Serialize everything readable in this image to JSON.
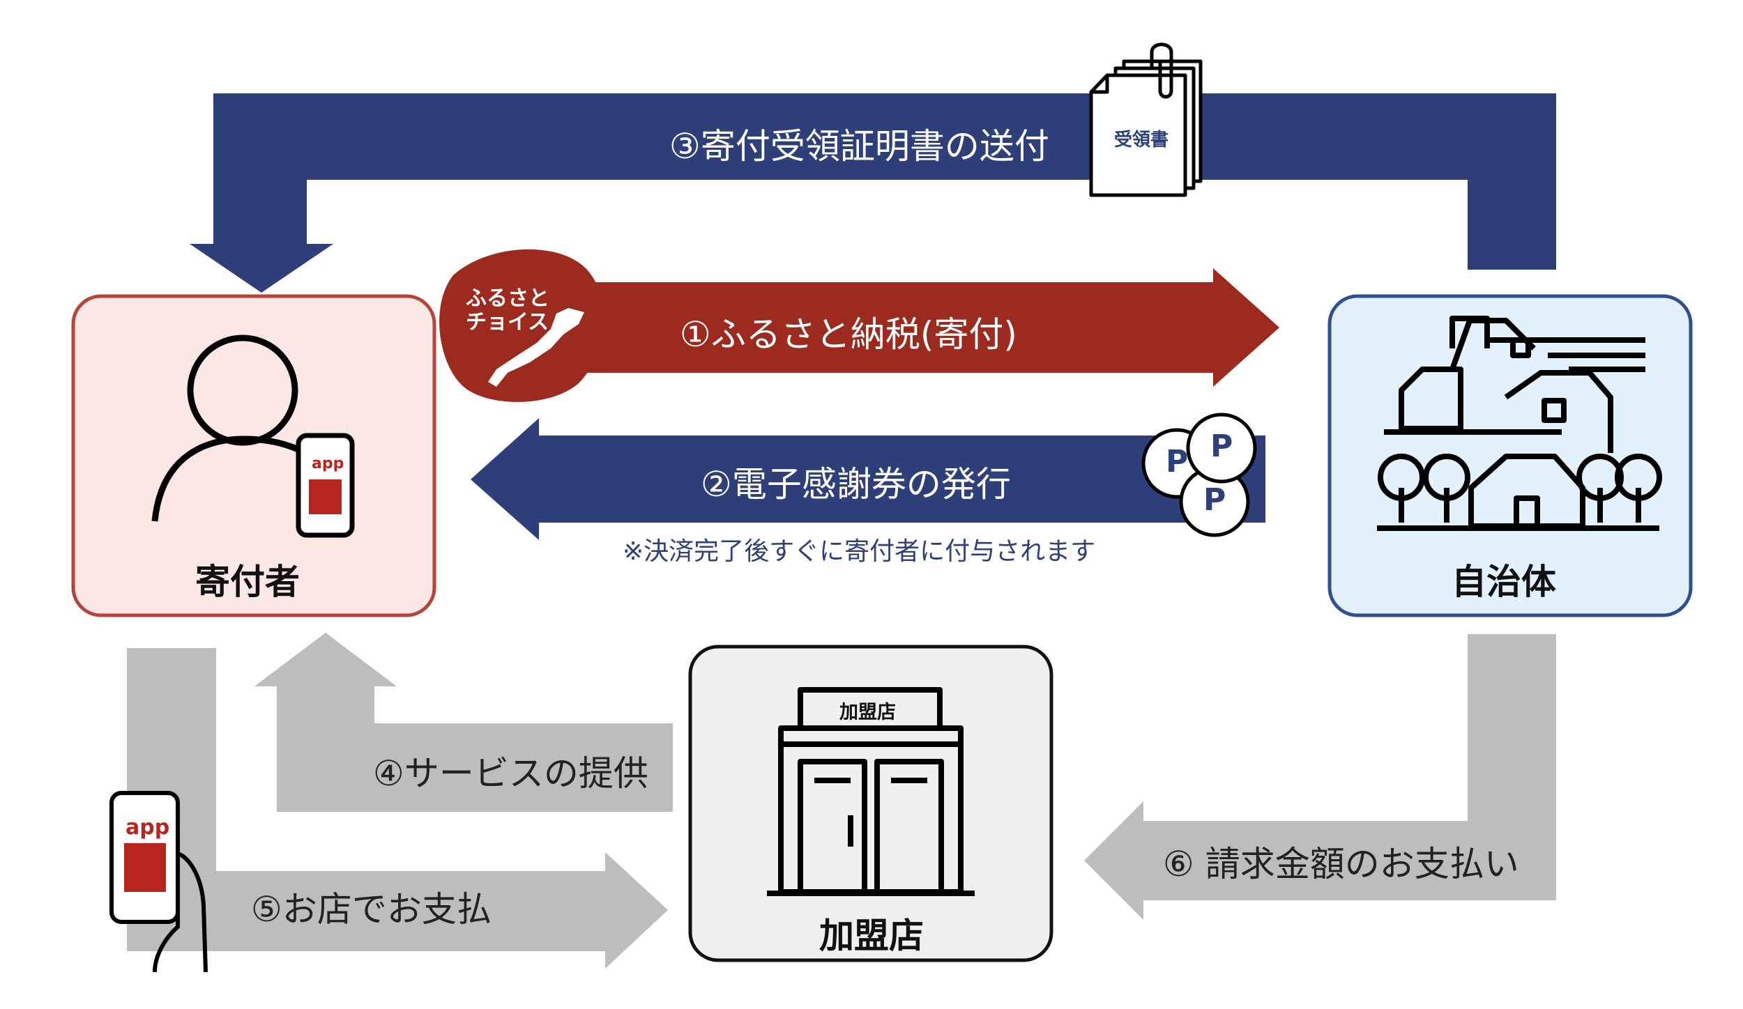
{
  "colors": {
    "navy": "#2e3f7a",
    "red": "#9c2a1f",
    "gray": "#bdbdbd",
    "donor_fill": "#fbe7e3",
    "donor_border": "#b6443a",
    "muni_fill": "#e2f1fb",
    "muni_border": "#2f4f93",
    "shop_fill": "#f0f0f0",
    "shop_border": "#111111"
  },
  "nodes": {
    "donor": {
      "label": "寄付者",
      "icon": "person-icon"
    },
    "municipality": {
      "label": "自治体",
      "icon": "town-icon"
    },
    "shop": {
      "label": "加盟店",
      "icon": "storefront-icon",
      "sign": "加盟店"
    }
  },
  "flows": {
    "step1": "①ふるさと納税(寄付)",
    "step2": "②電子感謝券の発行",
    "step2_note": "※決済完了後すぐに寄付者に付与されます",
    "step3": "③寄付受領証明書の送付",
    "step4": "④サービスの提供",
    "step5": "⑤お店でお支払",
    "step6": "⑥ 請求金額のお支払い"
  },
  "document": {
    "label": "受領書",
    "icon": "receipt-document-icon"
  },
  "logo": {
    "line1": "ふるさと",
    "line2": "チョイス",
    "icon": "japan-map-icon"
  },
  "coins": {
    "symbol": "P",
    "icon": "point-coin-icon"
  },
  "app": {
    "label": "app",
    "icon": "smartphone-app-icon"
  }
}
